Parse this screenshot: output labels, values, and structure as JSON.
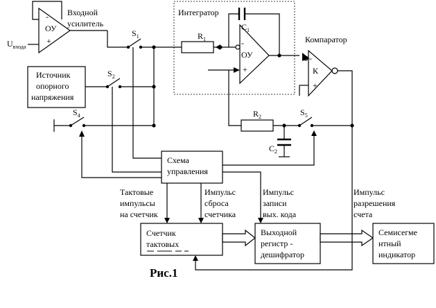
{
  "labels": {
    "input_amp": "Входной усилитель",
    "opamp": "ОУ",
    "u_input": "U",
    "u_input_sub": "входа",
    "s1": "S",
    "s1_sub": "1",
    "s2": "S",
    "s2_sub": "2",
    "s4": "S",
    "s4_sub": "4",
    "s5": "S",
    "s5_sub": "5",
    "ref_source_1": "Источник",
    "ref_source_2": "опорного",
    "ref_source_3": "напряжения",
    "integrator": "Интегратор",
    "c1": "C",
    "c1_sub": "1",
    "r1": "R",
    "r1_sub": "1",
    "comparator": "Компаратор",
    "k": "К",
    "r2": "R",
    "r2_sub": "2",
    "c2": "C",
    "c2_sub": "2",
    "control_1": "Схема",
    "control_2": "управления",
    "clock_1": "Тактовые",
    "clock_2": "импульсы",
    "clock_3": "на счетчик",
    "reset_1": "Импульс",
    "reset_2": "сброса",
    "reset_3": "счетчика",
    "write_1": "Импульс",
    "write_2": "записи",
    "write_3": "вых. кода",
    "enable_1": "Импульс",
    "enable_2": "разрешения",
    "enable_3": "счета",
    "counter_1": "Счетчик",
    "counter_2": "тактовых",
    "register_1": "Выходной",
    "register_2": "регистр -",
    "register_3": "дешифратор",
    "display_1": "Семисегме",
    "display_2": "нтный",
    "display_3": "индикатор",
    "plus": "+",
    "minus": "-",
    "caption": "Рис.1"
  }
}
